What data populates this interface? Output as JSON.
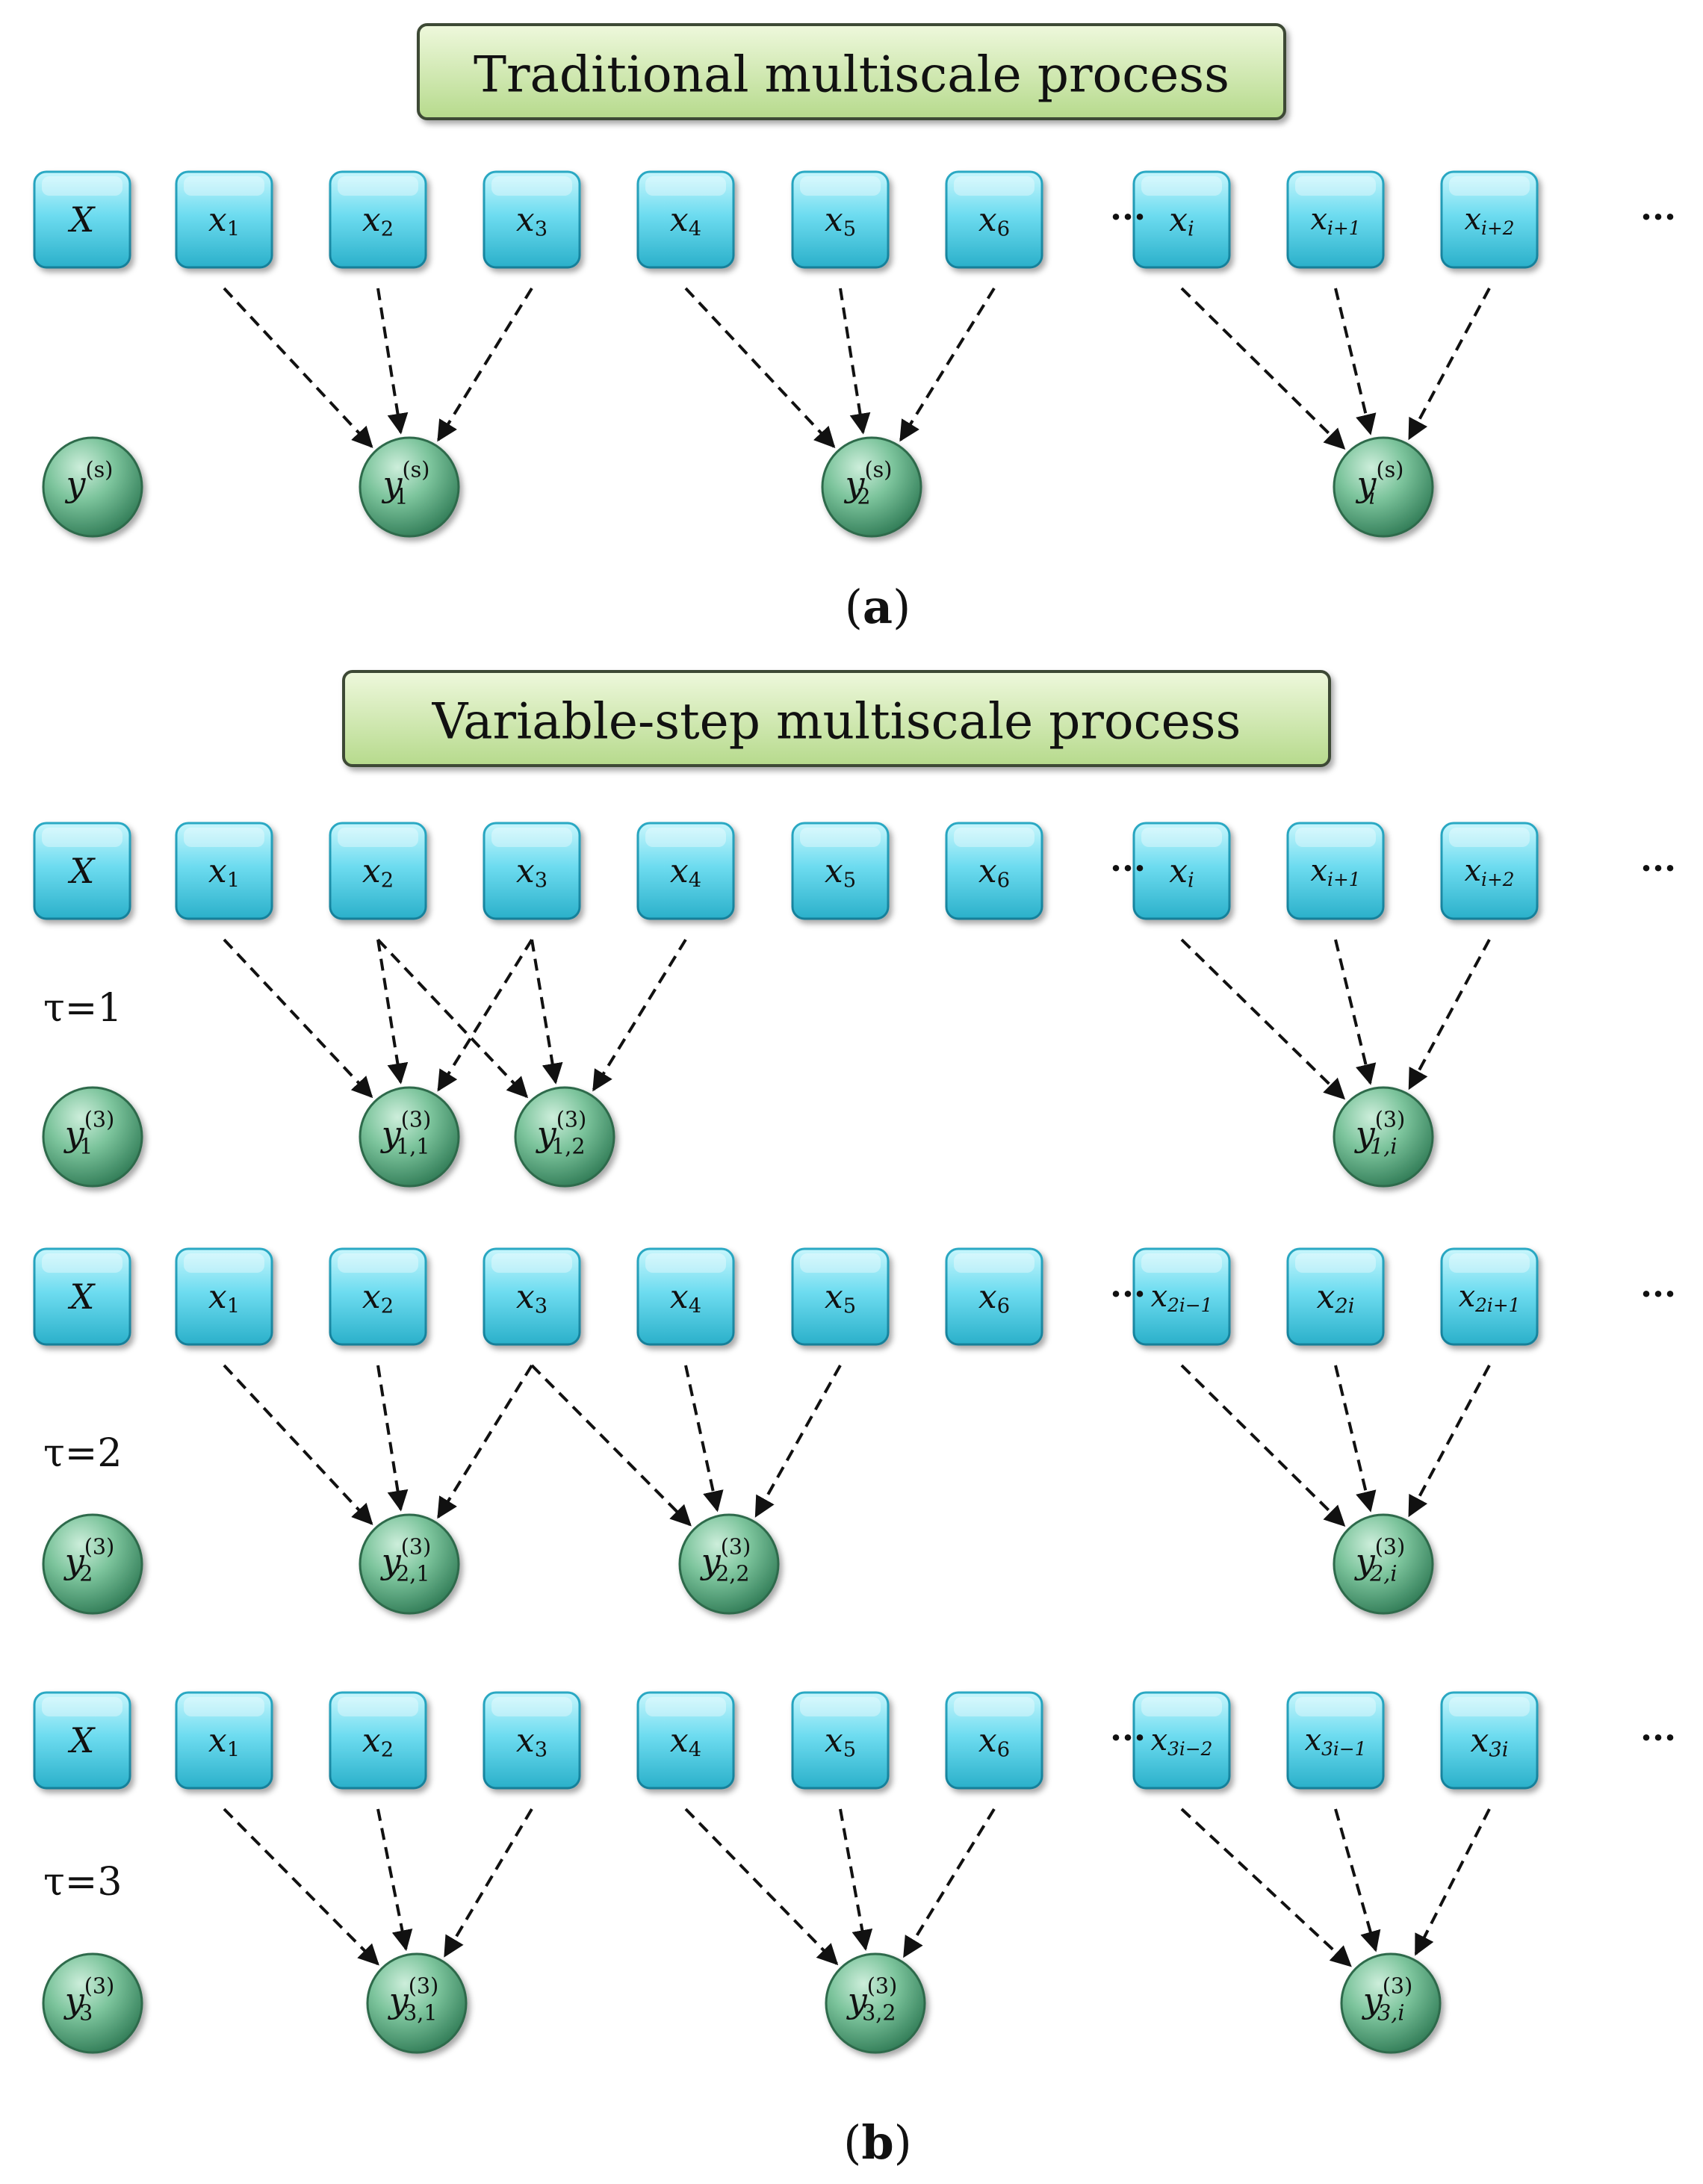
{
  "panel_a": {
    "header": "Traditional multiscale process",
    "caption": "a",
    "row": {
      "label": {
        "base": "X"
      },
      "boxes": [
        {
          "base": "x",
          "sub": "1"
        },
        {
          "base": "x",
          "sub": "2"
        },
        {
          "base": "x",
          "sub": "3"
        },
        {
          "base": "x",
          "sub": "4"
        },
        {
          "base": "x",
          "sub": "5"
        },
        {
          "base": "x",
          "sub": "6"
        },
        {
          "base": "x",
          "sub": "i"
        },
        {
          "base": "x",
          "sub": "i+1"
        },
        {
          "base": "x",
          "sub": "i+2"
        }
      ],
      "ellipsis": "···",
      "node_label": {
        "base": "y",
        "sup": "(s)",
        "sub": ""
      },
      "nodes": [
        {
          "base": "y",
          "sup": "(s)",
          "sub": "1"
        },
        {
          "base": "y",
          "sup": "(s)",
          "sub": "2"
        },
        {
          "base": "y",
          "sup": "(s)",
          "sub": "i"
        }
      ],
      "links": [
        [
          0,
          0
        ],
        [
          1,
          0
        ],
        [
          2,
          0
        ],
        [
          3,
          1
        ],
        [
          4,
          1
        ],
        [
          5,
          1
        ],
        [
          6,
          2
        ],
        [
          7,
          2
        ],
        [
          8,
          2
        ]
      ]
    }
  },
  "panel_b": {
    "header": "Variable-step multiscale process",
    "caption": "b",
    "rows": [
      {
        "tau": "τ=1",
        "label": {
          "base": "X"
        },
        "boxes": [
          {
            "base": "x",
            "sub": "1"
          },
          {
            "base": "x",
            "sub": "2"
          },
          {
            "base": "x",
            "sub": "3"
          },
          {
            "base": "x",
            "sub": "4"
          },
          {
            "base": "x",
            "sub": "5"
          },
          {
            "base": "x",
            "sub": "6"
          },
          {
            "base": "x",
            "sub": "i"
          },
          {
            "base": "x",
            "sub": "i+1"
          },
          {
            "base": "x",
            "sub": "i+2"
          }
        ],
        "ellipsis": "···",
        "node_label": {
          "base": "y",
          "sup": "(3)",
          "sub": "1"
        },
        "nodes": [
          {
            "base": "y",
            "sup": "(3)",
            "sub": "1,1"
          },
          {
            "base": "y",
            "sup": "(3)",
            "sub": "1,2"
          },
          {
            "base": "y",
            "sup": "(3)",
            "sub": "1,i"
          }
        ],
        "links": [
          [
            0,
            0
          ],
          [
            1,
            0
          ],
          [
            2,
            0
          ],
          [
            1,
            1
          ],
          [
            2,
            1
          ],
          [
            3,
            1
          ],
          [
            6,
            2
          ],
          [
            7,
            2
          ],
          [
            8,
            2
          ]
        ]
      },
      {
        "tau": "τ=2",
        "label": {
          "base": "X"
        },
        "boxes": [
          {
            "base": "x",
            "sub": "1"
          },
          {
            "base": "x",
            "sub": "2"
          },
          {
            "base": "x",
            "sub": "3"
          },
          {
            "base": "x",
            "sub": "4"
          },
          {
            "base": "x",
            "sub": "5"
          },
          {
            "base": "x",
            "sub": "6"
          },
          {
            "base": "x",
            "sub": "2i−1"
          },
          {
            "base": "x",
            "sub": "2i"
          },
          {
            "base": "x",
            "sub": "2i+1"
          }
        ],
        "ellipsis": "···",
        "node_label": {
          "base": "y",
          "sup": "(3)",
          "sub": "2"
        },
        "nodes": [
          {
            "base": "y",
            "sup": "(3)",
            "sub": "2,1"
          },
          {
            "base": "y",
            "sup": "(3)",
            "sub": "2,2"
          },
          {
            "base": "y",
            "sup": "(3)",
            "sub": "2,i"
          }
        ],
        "links": [
          [
            0,
            0
          ],
          [
            1,
            0
          ],
          [
            2,
            0
          ],
          [
            2,
            1
          ],
          [
            3,
            1
          ],
          [
            4,
            1
          ],
          [
            6,
            2
          ],
          [
            7,
            2
          ],
          [
            8,
            2
          ]
        ]
      },
      {
        "tau": "τ=3",
        "label": {
          "base": "X"
        },
        "boxes": [
          {
            "base": "x",
            "sub": "1"
          },
          {
            "base": "x",
            "sub": "2"
          },
          {
            "base": "x",
            "sub": "3"
          },
          {
            "base": "x",
            "sub": "4"
          },
          {
            "base": "x",
            "sub": "5"
          },
          {
            "base": "x",
            "sub": "6"
          },
          {
            "base": "x",
            "sub": "3i−2"
          },
          {
            "base": "x",
            "sub": "3i−1"
          },
          {
            "base": "x",
            "sub": "3i"
          }
        ],
        "ellipsis": "···",
        "node_label": {
          "base": "y",
          "sup": "(3)",
          "sub": "3"
        },
        "nodes": [
          {
            "base": "y",
            "sup": "(3)",
            "sub": "3,1"
          },
          {
            "base": "y",
            "sup": "(3)",
            "sub": "3,2"
          },
          {
            "base": "y",
            "sup": "(3)",
            "sub": "3,i"
          }
        ],
        "links": [
          [
            0,
            0
          ],
          [
            1,
            0
          ],
          [
            2,
            0
          ],
          [
            3,
            1
          ],
          [
            4,
            1
          ],
          [
            5,
            1
          ],
          [
            6,
            2
          ],
          [
            7,
            2
          ],
          [
            8,
            2
          ]
        ]
      }
    ]
  },
  "colors": {
    "box_fill_top": "#bff4fb",
    "box_fill_mid": "#5fd9ee",
    "box_fill_bottom": "#2fb6cf",
    "node_fill_light": "#a9dcc0",
    "node_fill_dark": "#3f8f68",
    "header_fill_top": "#e7f5cf",
    "header_fill_bottom": "#b9dc92",
    "arrow": "#111111"
  }
}
